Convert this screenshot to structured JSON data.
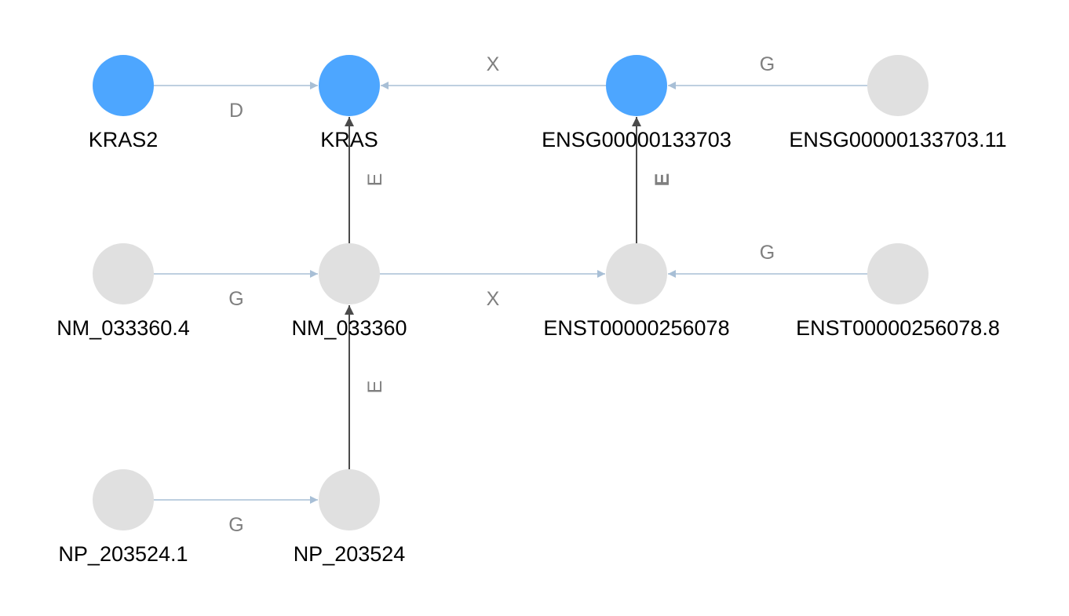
{
  "colors": {
    "highlight_node": "#4da6ff",
    "default_node": "#e0e0e0",
    "mapping_edge": "#a8bfd6",
    "equivalence_edge": "#4a4a4a",
    "edge_label": "#7f7f7f",
    "node_label": "#000000"
  },
  "nodes": [
    {
      "id": "kras2",
      "label": "KRAS2",
      "highlighted": true
    },
    {
      "id": "kras",
      "label": "KRAS",
      "highlighted": true
    },
    {
      "id": "ensg",
      "label": "ENSG00000133703",
      "highlighted": true
    },
    {
      "id": "ensg11",
      "label": "ENSG00000133703.11",
      "highlighted": false
    },
    {
      "id": "nm4",
      "label": "NM_033360.4",
      "highlighted": false
    },
    {
      "id": "nm",
      "label": "NM_033360",
      "highlighted": false
    },
    {
      "id": "enst",
      "label": "ENST00000256078",
      "highlighted": false
    },
    {
      "id": "enst8",
      "label": "ENST00000256078.8",
      "highlighted": false
    },
    {
      "id": "np1",
      "label": "NP_203524.1",
      "highlighted": false
    },
    {
      "id": "np",
      "label": "NP_203524",
      "highlighted": false
    }
  ],
  "edges": [
    {
      "from": "kras2",
      "to": "kras",
      "label": "D",
      "kind": "mapping"
    },
    {
      "from": "ensg",
      "to": "kras",
      "label": "X",
      "kind": "mapping"
    },
    {
      "from": "ensg11",
      "to": "ensg",
      "label": "G",
      "kind": "mapping"
    },
    {
      "from": "nm4",
      "to": "nm",
      "label": "G",
      "kind": "mapping"
    },
    {
      "from": "nm",
      "to": "enst",
      "label": "X",
      "kind": "mapping"
    },
    {
      "from": "enst8",
      "to": "enst",
      "label": "G",
      "kind": "mapping"
    },
    {
      "from": "np1",
      "to": "np",
      "label": "G",
      "kind": "mapping"
    },
    {
      "from": "nm",
      "to": "kras",
      "label": "E",
      "kind": "equivalence"
    },
    {
      "from": "enst",
      "to": "ensg",
      "label": "E",
      "kind": "equivalence",
      "label_emphasis": true
    },
    {
      "from": "np",
      "to": "nm",
      "label": "E",
      "kind": "equivalence"
    }
  ]
}
